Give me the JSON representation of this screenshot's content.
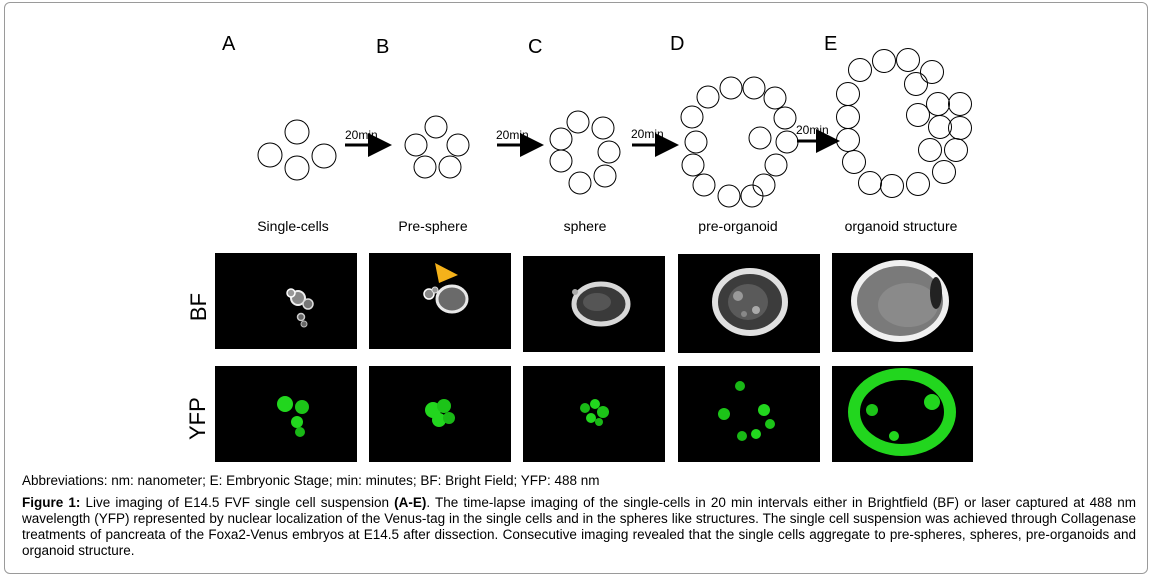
{
  "panels": [
    {
      "letter": "A",
      "stage": "Single-cells"
    },
    {
      "letter": "B",
      "stage": "Pre-sphere"
    },
    {
      "letter": "C",
      "stage": "sphere"
    },
    {
      "letter": "D",
      "stage": "pre-organoid"
    },
    {
      "letter": "E",
      "stage": "organoid structure"
    }
  ],
  "arrows": [
    "20min",
    "20min",
    "20min",
    "20min"
  ],
  "rows": {
    "bf": "BF",
    "yfp": "YFP"
  },
  "colors": {
    "yfp_green": "#22d61e",
    "arrowhead": "#f5b21a",
    "bf_gray": "#bdbdbd"
  },
  "abbreviations": "Abbreviations: nm: nanometer; E: Embryonic Stage; min: minutes; BF: Bright Field; YFP: 488 nm",
  "caption": {
    "label": "Figure 1:",
    "part1": " Live imaging of E14.5 FVF single cell suspension ",
    "ref": "(A-E)",
    "part2": ". The time-lapse imaging of the single-cells in 20 min intervals either in Brightfield (BF) or laser captured at 488 nm wavelength (YFP) represented by nuclear localization of the Venus-tag in the single cells and in the spheres like structures. The single cell suspension was achieved through Collagenase treatments of pancreata of the Foxa2-Venus embryos at E14.5 after dissection. Consecutive imaging revealed that the single cells aggregate to pre-spheres, spheres, pre-organoids and organoid structure."
  }
}
